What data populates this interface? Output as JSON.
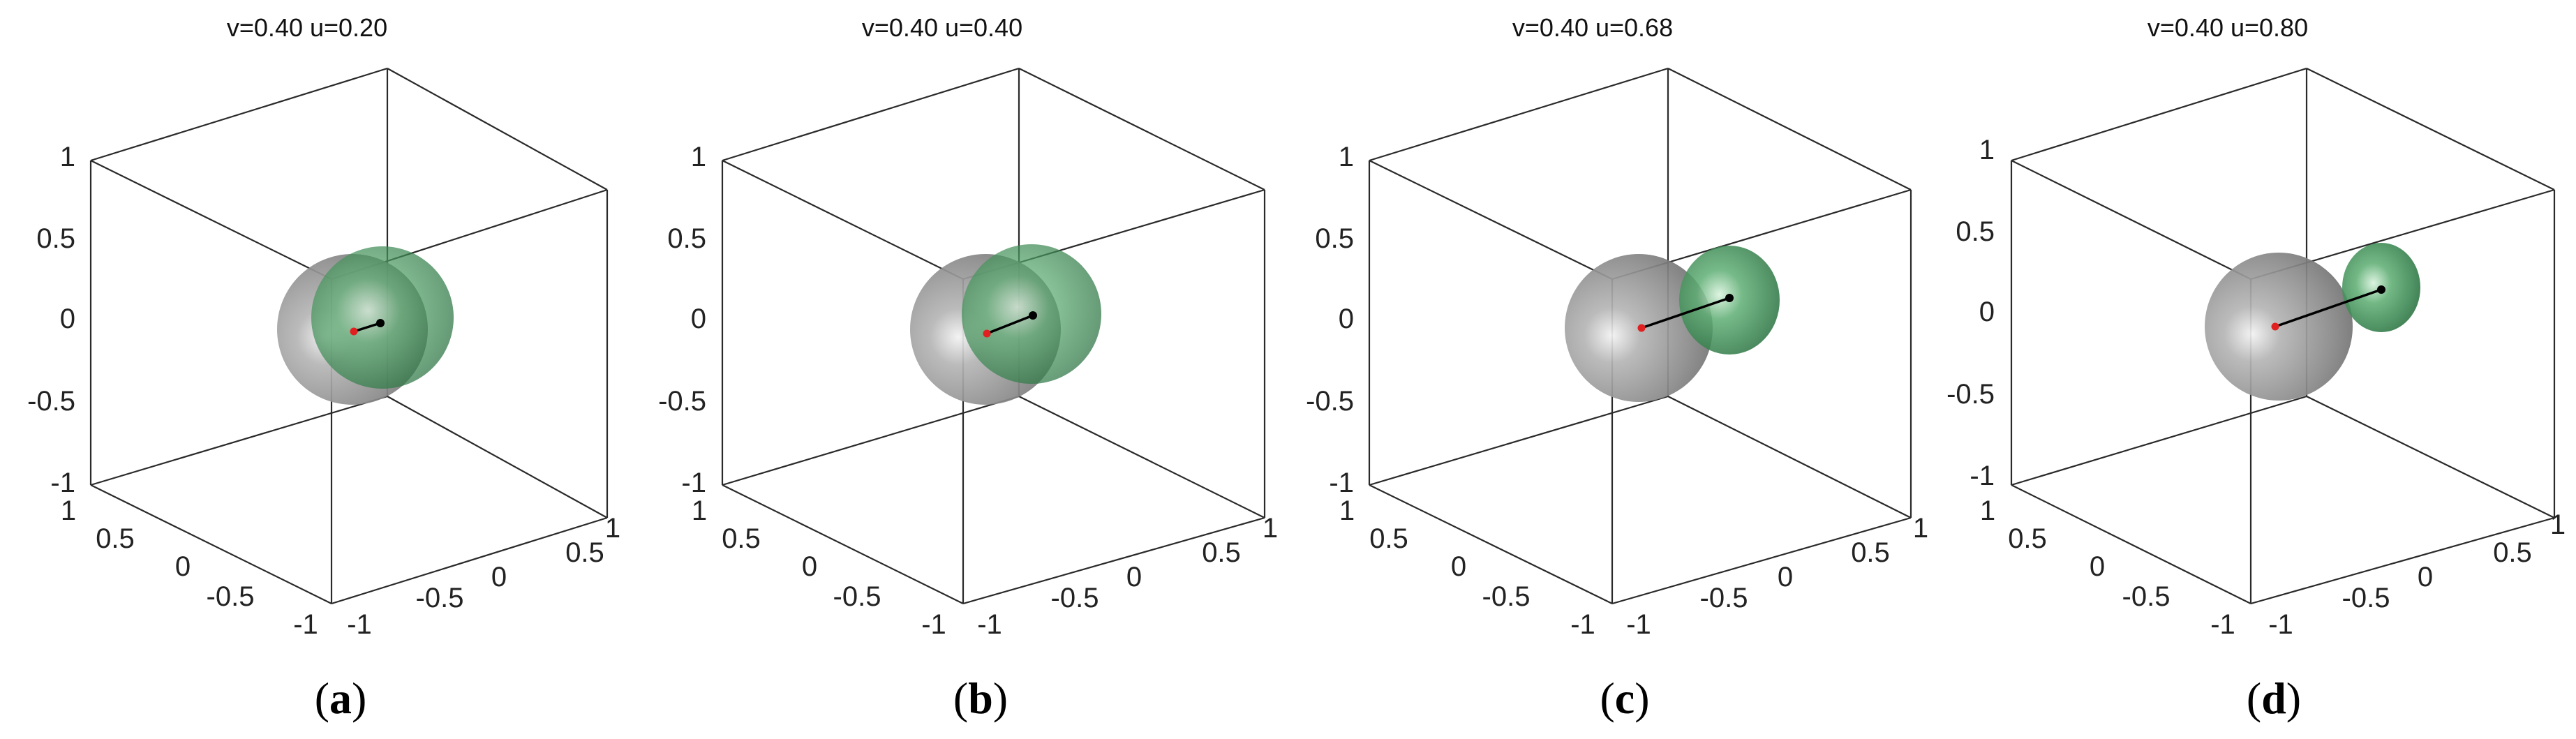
{
  "panels": [
    {
      "title": "v=0.40  u=0.20",
      "label_open": "(",
      "label_letter": "a",
      "label_close": ")"
    },
    {
      "title": "v=0.40  u=0.40",
      "label_open": "(",
      "label_letter": "b",
      "label_close": ")"
    },
    {
      "title": "v=0.40  u=0.68",
      "label_open": "(",
      "label_letter": "c",
      "label_close": ")"
    },
    {
      "title": "v=0.40  u=0.80",
      "label_open": "(",
      "label_letter": "d",
      "label_close": ")"
    }
  ],
  "z_ticks": [
    "1",
    "0.5",
    "0",
    "-0.5",
    "-1"
  ],
  "x_ticks": [
    "1",
    "0.5",
    "0",
    "-0.5",
    "-1"
  ],
  "y_ticks": [
    "-1",
    "-0.5",
    "0",
    "0.5",
    "1"
  ],
  "colors": {
    "sphere_gray": "#8c8c8c",
    "sphere_green": "#2e7d45",
    "center_red": "#e02020",
    "center_black": "#000000"
  }
}
